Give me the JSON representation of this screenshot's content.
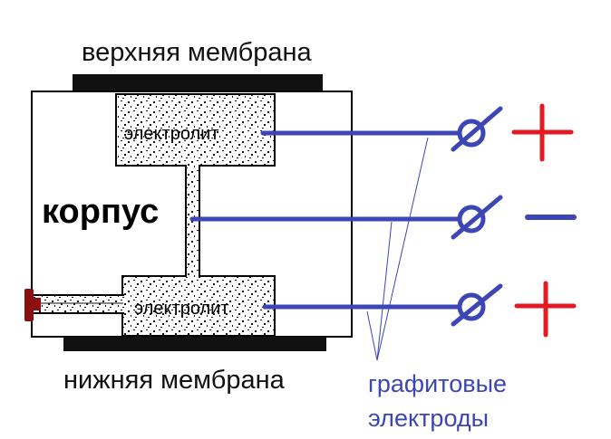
{
  "labels": {
    "top_membrane": "верхняя мембрана",
    "bottom_membrane": "нижняя мембрана",
    "housing": "корпус",
    "electrolyte_top": "электролит",
    "electrolyte_bottom": "электролит",
    "electrodes_line1": "графитовые",
    "electrodes_line2": "электроды"
  },
  "terminals": [
    {
      "sign": "+",
      "color": "#e21b23"
    },
    {
      "sign": "−",
      "color": "#3c46b4"
    },
    {
      "sign": "+",
      "color": "#e21b23"
    }
  ],
  "colors": {
    "electrode": "#3c46b4",
    "membrane": "#111111",
    "plug": "#8b0f0f",
    "electrode_label": "#3c46b4"
  }
}
